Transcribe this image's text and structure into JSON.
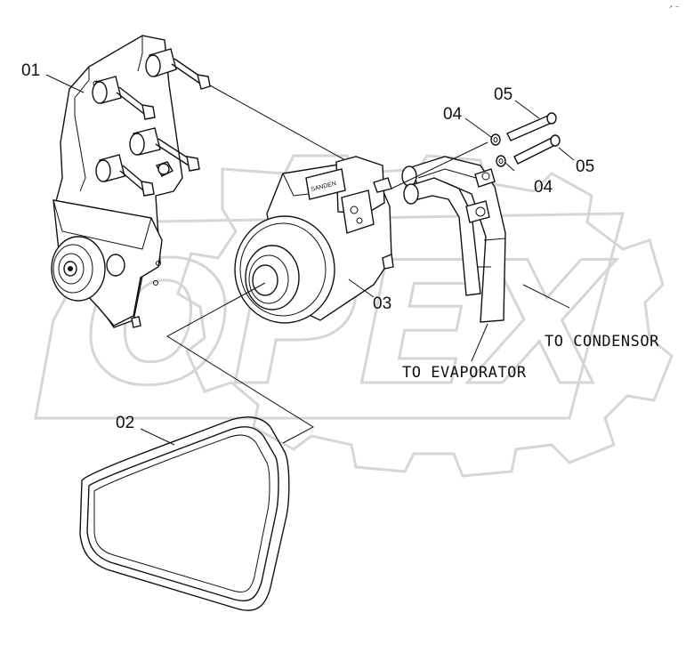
{
  "watermark": {
    "text": "OPEX"
  },
  "corner_mark": "↗ —",
  "callouts": {
    "c01": "01",
    "c02": "02",
    "c03": "03",
    "c04a": "04",
    "c04b": "04",
    "c05a": "05",
    "c05b": "05"
  },
  "notes": {
    "condensor": "TO CONDENSOR",
    "evaporator": "TO EVAPORATOR"
  },
  "compressor_label": "SANDEN"
}
